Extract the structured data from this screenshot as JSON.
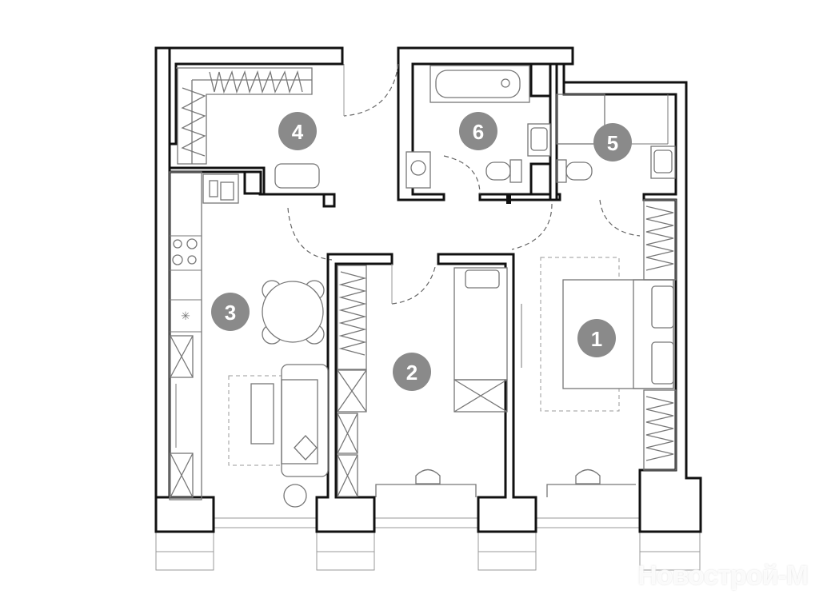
{
  "plan": {
    "rooms": [
      {
        "number": "1",
        "label_color": "#8a8a8a"
      },
      {
        "number": "2",
        "label_color": "#8a8a8a"
      },
      {
        "number": "3",
        "label_color": "#8a8a8a"
      },
      {
        "number": "4",
        "label_color": "#8a8a8a"
      },
      {
        "number": "5",
        "label_color": "#8a8a8a"
      },
      {
        "number": "6",
        "label_color": "#8a8a8a"
      }
    ]
  },
  "watermark": "Новострой-М"
}
